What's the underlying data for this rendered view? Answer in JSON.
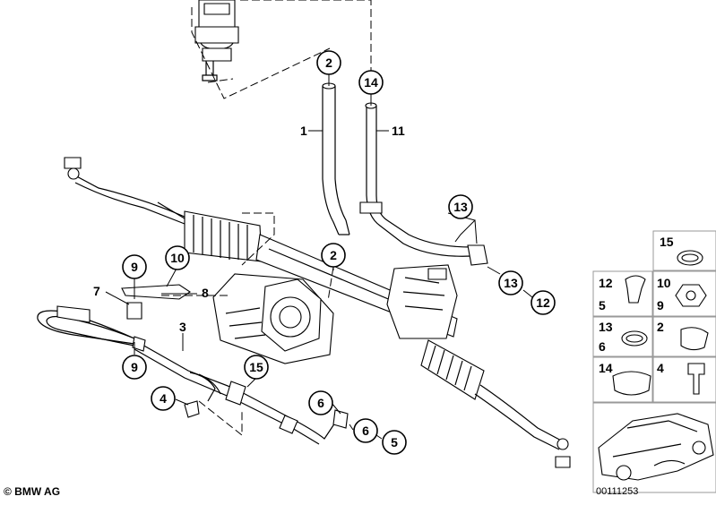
{
  "copyright": "© BMW AG",
  "diagram_number": "00111253",
  "callouts": {
    "c2_top": "2",
    "c14_top": "14",
    "c13_right": "13",
    "c13_mid": "13",
    "c12_mid": "12",
    "c2_mid": "2",
    "c9_top": "9",
    "c10": "10",
    "c9_bot": "9",
    "c15_mid": "15",
    "c4": "4",
    "c6_a": "6",
    "c6_b": "6",
    "c5": "5"
  },
  "labels": {
    "l1": "1",
    "l11": "11",
    "l7": "7",
    "l8": "8",
    "l3": "3"
  },
  "legend": {
    "g15": "15",
    "g12": "12",
    "g5": "5",
    "g10": "10",
    "g9": "9",
    "g13": "13",
    "g6": "6",
    "g2": "2",
    "g14": "14",
    "g4": "4"
  }
}
